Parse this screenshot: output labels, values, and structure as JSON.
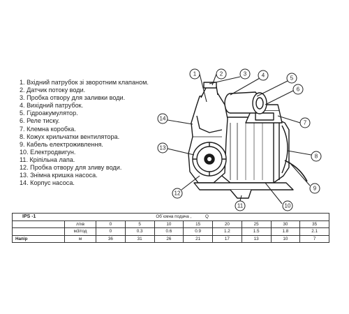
{
  "parts": [
    "1. Вхідний патрубок зі зворотним клапаном.",
    "2. Датчик потоку води.",
    "3. Пробка отвору для заливки води.",
    "4. Вихідний патрубок.",
    "5. Гідроакумулятор.",
    "6. Реле тиску.",
    "7. Клемна коробка.",
    "8. Кожух крильчатки вентилятора.",
    "9. Кабель електроживлення.",
    "10. Електродвигун.",
    "11. Кріпільна лапа.",
    "12. Пробка отвору для зливу води.",
    "13. Знімна кришка насоса.",
    "14. Корпус насоса."
  ],
  "callouts": [
    "1",
    "2",
    "3",
    "4",
    "5",
    "6",
    "7",
    "8",
    "9",
    "10",
    "11",
    "12",
    "13",
    "14"
  ],
  "table": {
    "model": "IPS -1",
    "flow_label": "Об`ємна подача ,",
    "flow_symbol": "Q",
    "rows": [
      {
        "label": "",
        "unit": "л/хв",
        "values": [
          "0",
          "5",
          "10",
          "15",
          "20",
          "25",
          "30",
          "35"
        ]
      },
      {
        "label": "",
        "unit": "м3/год",
        "values": [
          "0",
          "0.3",
          "0.6",
          "0.9",
          "1.2",
          "1.5",
          "1.8",
          "2.1"
        ]
      },
      {
        "label": "Напір",
        "unit": "м",
        "values": [
          "36",
          "31",
          "26",
          "21",
          "17",
          "13",
          "10",
          "7"
        ]
      }
    ]
  }
}
